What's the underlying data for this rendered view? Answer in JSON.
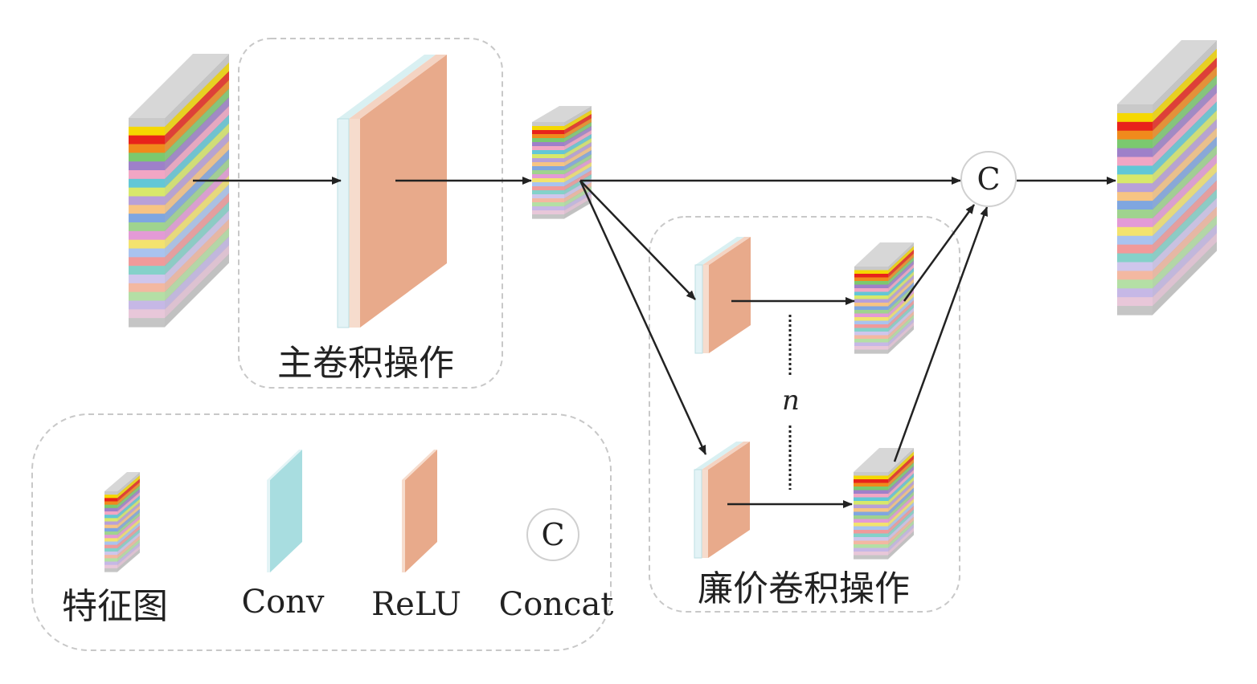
{
  "diagram": {
    "labels": {
      "main_conv": "主卷积操作",
      "cheap_conv": "廉价卷积操作",
      "n": "n",
      "concat_symbol": "C"
    },
    "legend": {
      "feature_map": "特征图",
      "conv": "Conv",
      "relu": "ReLU",
      "concat": "Concat",
      "concat_symbol": "C"
    },
    "colors": {
      "conv": "#a8dde0",
      "relu": "#e8aa8b",
      "box_border": "#c8c8c8",
      "arrow": "#222222",
      "cube_top": "#d7d7d7",
      "cube_side": "#bdbdbd",
      "stripes": [
        "#c9c9c9",
        "#f5d800",
        "#e8231b",
        "#f08a1c",
        "#7bc96f",
        "#9e80c9",
        "#f2a6c4",
        "#62c7d6",
        "#d8e86a",
        "#b8a0d8",
        "#f7c483",
        "#7fa6e0",
        "#9fd38e",
        "#e39ad6",
        "#f3e36e",
        "#a9c3ef",
        "#f09a9a",
        "#84d1c9",
        "#cfc6ec",
        "#f3b8a1",
        "#b4dfa5",
        "#c6b8e6",
        "#e8c7d9",
        "#c5c5c5"
      ]
    }
  }
}
